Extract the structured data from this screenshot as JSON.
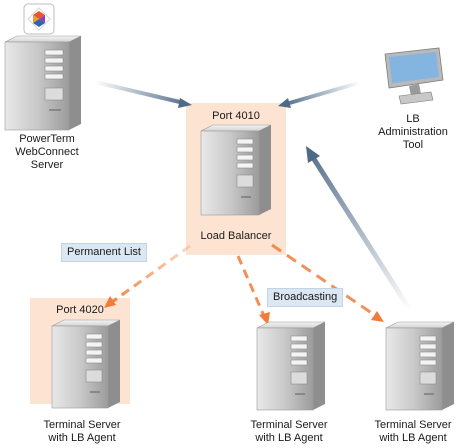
{
  "nodes": {
    "webconnect": {
      "label_lines": [
        "PowerTerm",
        "WebConnect",
        "Server"
      ]
    },
    "load_balancer": {
      "port": "Port 4010",
      "label": "Load Balancer"
    },
    "admin_tool": {
      "label_lines": [
        "LB",
        "Administration",
        "Tool"
      ]
    },
    "ts_left": {
      "port": "Port 4020",
      "label_lines": [
        "Terminal Server",
        "with LB Agent"
      ]
    },
    "ts_middle": {
      "label_lines": [
        "Terminal Server",
        "with LB Agent"
      ]
    },
    "ts_right": {
      "label_lines": [
        "Terminal Server",
        "with LB Agent"
      ]
    }
  },
  "edge_labels": {
    "permanent_list": "Permanent List",
    "broadcasting": "Broadcasting"
  },
  "colors": {
    "port_highlight": "#fde3d2",
    "orange_arrow": "#f07d3a",
    "blue_arrow": "#4f6a87",
    "tag_bg": "#dbe7f3"
  }
}
